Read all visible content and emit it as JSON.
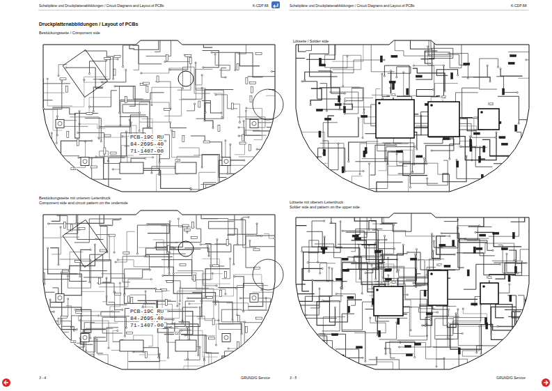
{
  "diagram": {
    "title": "Druckplattenabbildungen / Layout of PCBs",
    "labels": [
      "Schaltpläne und Druckplattenabbildungen / Circuit Diagrams and Layout of PCBs",
      "K-CDP 88",
      "Schaltpläne und Druckplattenabbildungen / Circuit Diagrams and Layout of PCBs",
      "K-CDP 88",
      "Bestückungsseite / Component side",
      "Lötseite / Solder side",
      "Bestückungsseite mit unterem Leiterdruck",
      "Component side and circuit pattern on the underside",
      "Lötseite mit oberem Leiterdruck",
      "Solder side and pattern on the upper side",
      "PCB-19C RU",
      "84-2695-40",
      "71-1407-00",
      "PCB-19C RU",
      "84-2695-40",
      "71-1407-00",
      "IC1",
      "IC2",
      "IC3",
      "IC3",
      "IC7",
      "IC1",
      "C22",
      "C23",
      "C22",
      "C23",
      "3 - 4",
      "GRUNDIG Service",
      "3 - 5",
      "GRUNDIG Service"
    ]
  }
}
